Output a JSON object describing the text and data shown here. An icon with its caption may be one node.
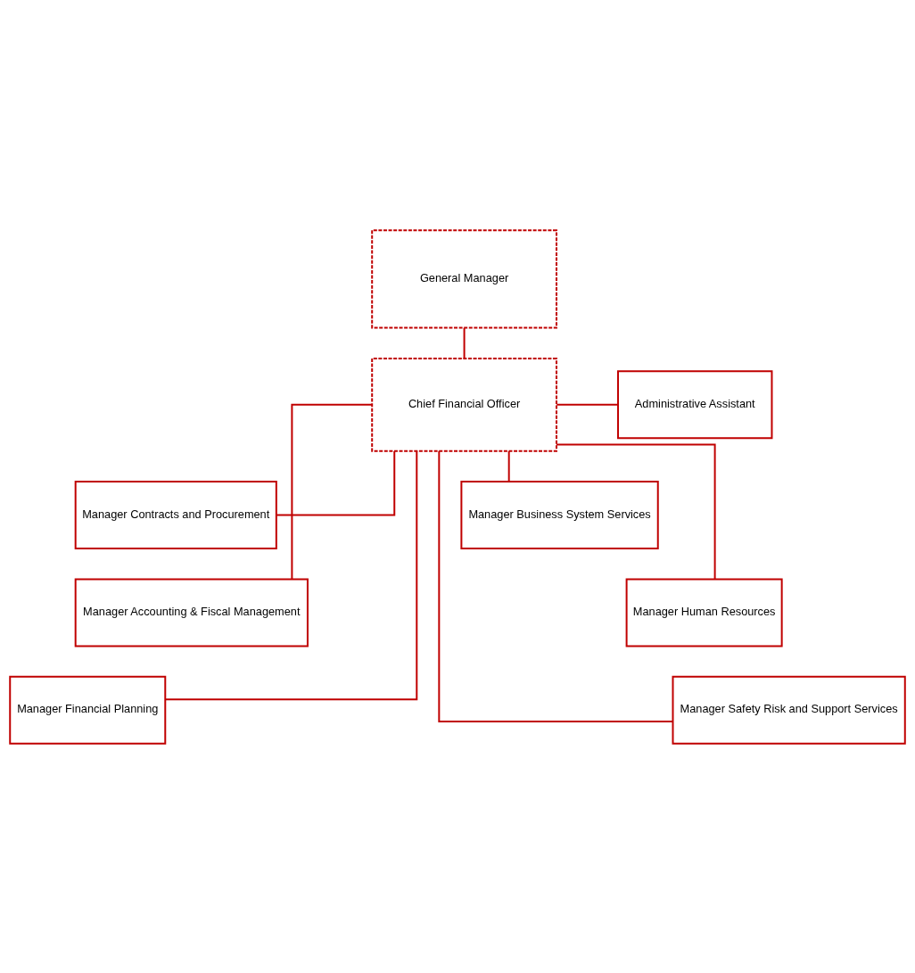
{
  "diagram": {
    "nodes": [
      {
        "text": [
          "General Manager"
        ]
      },
      {
        "text": [
          "Chief Financial Officer"
        ]
      },
      {
        "text": [
          "Administrative Assistant"
        ]
      },
      {
        "text": [
          "Manager Contracts and Procurement"
        ]
      },
      {
        "text": [
          "Manager Business System Services"
        ]
      },
      {
        "text": [
          "Manager Accounting & Fiscal Management"
        ]
      },
      {
        "text": [
          "Manager Human Resources"
        ]
      },
      {
        "text": [
          "Manager Financial Planning"
        ]
      },
      {
        "text": [
          "Manager Safety Risk and Support Services"
        ]
      }
    ],
    "edges": [
      {
        "from": 0,
        "to": 1,
        "arrow": "none"
      },
      {
        "from": 1,
        "to": 2,
        "arrow": "none"
      },
      {
        "from": 1,
        "to": 3,
        "arrow": "none"
      },
      {
        "from": 1,
        "to": 4,
        "arrow": "none"
      },
      {
        "from": 1,
        "to": 5,
        "arrow": "none"
      },
      {
        "from": 1,
        "to": 6,
        "arrow": "none"
      },
      {
        "from": 1,
        "to": 7,
        "arrow": "none"
      },
      {
        "from": 1,
        "to": 8,
        "arrow": "none"
      }
    ]
  }
}
